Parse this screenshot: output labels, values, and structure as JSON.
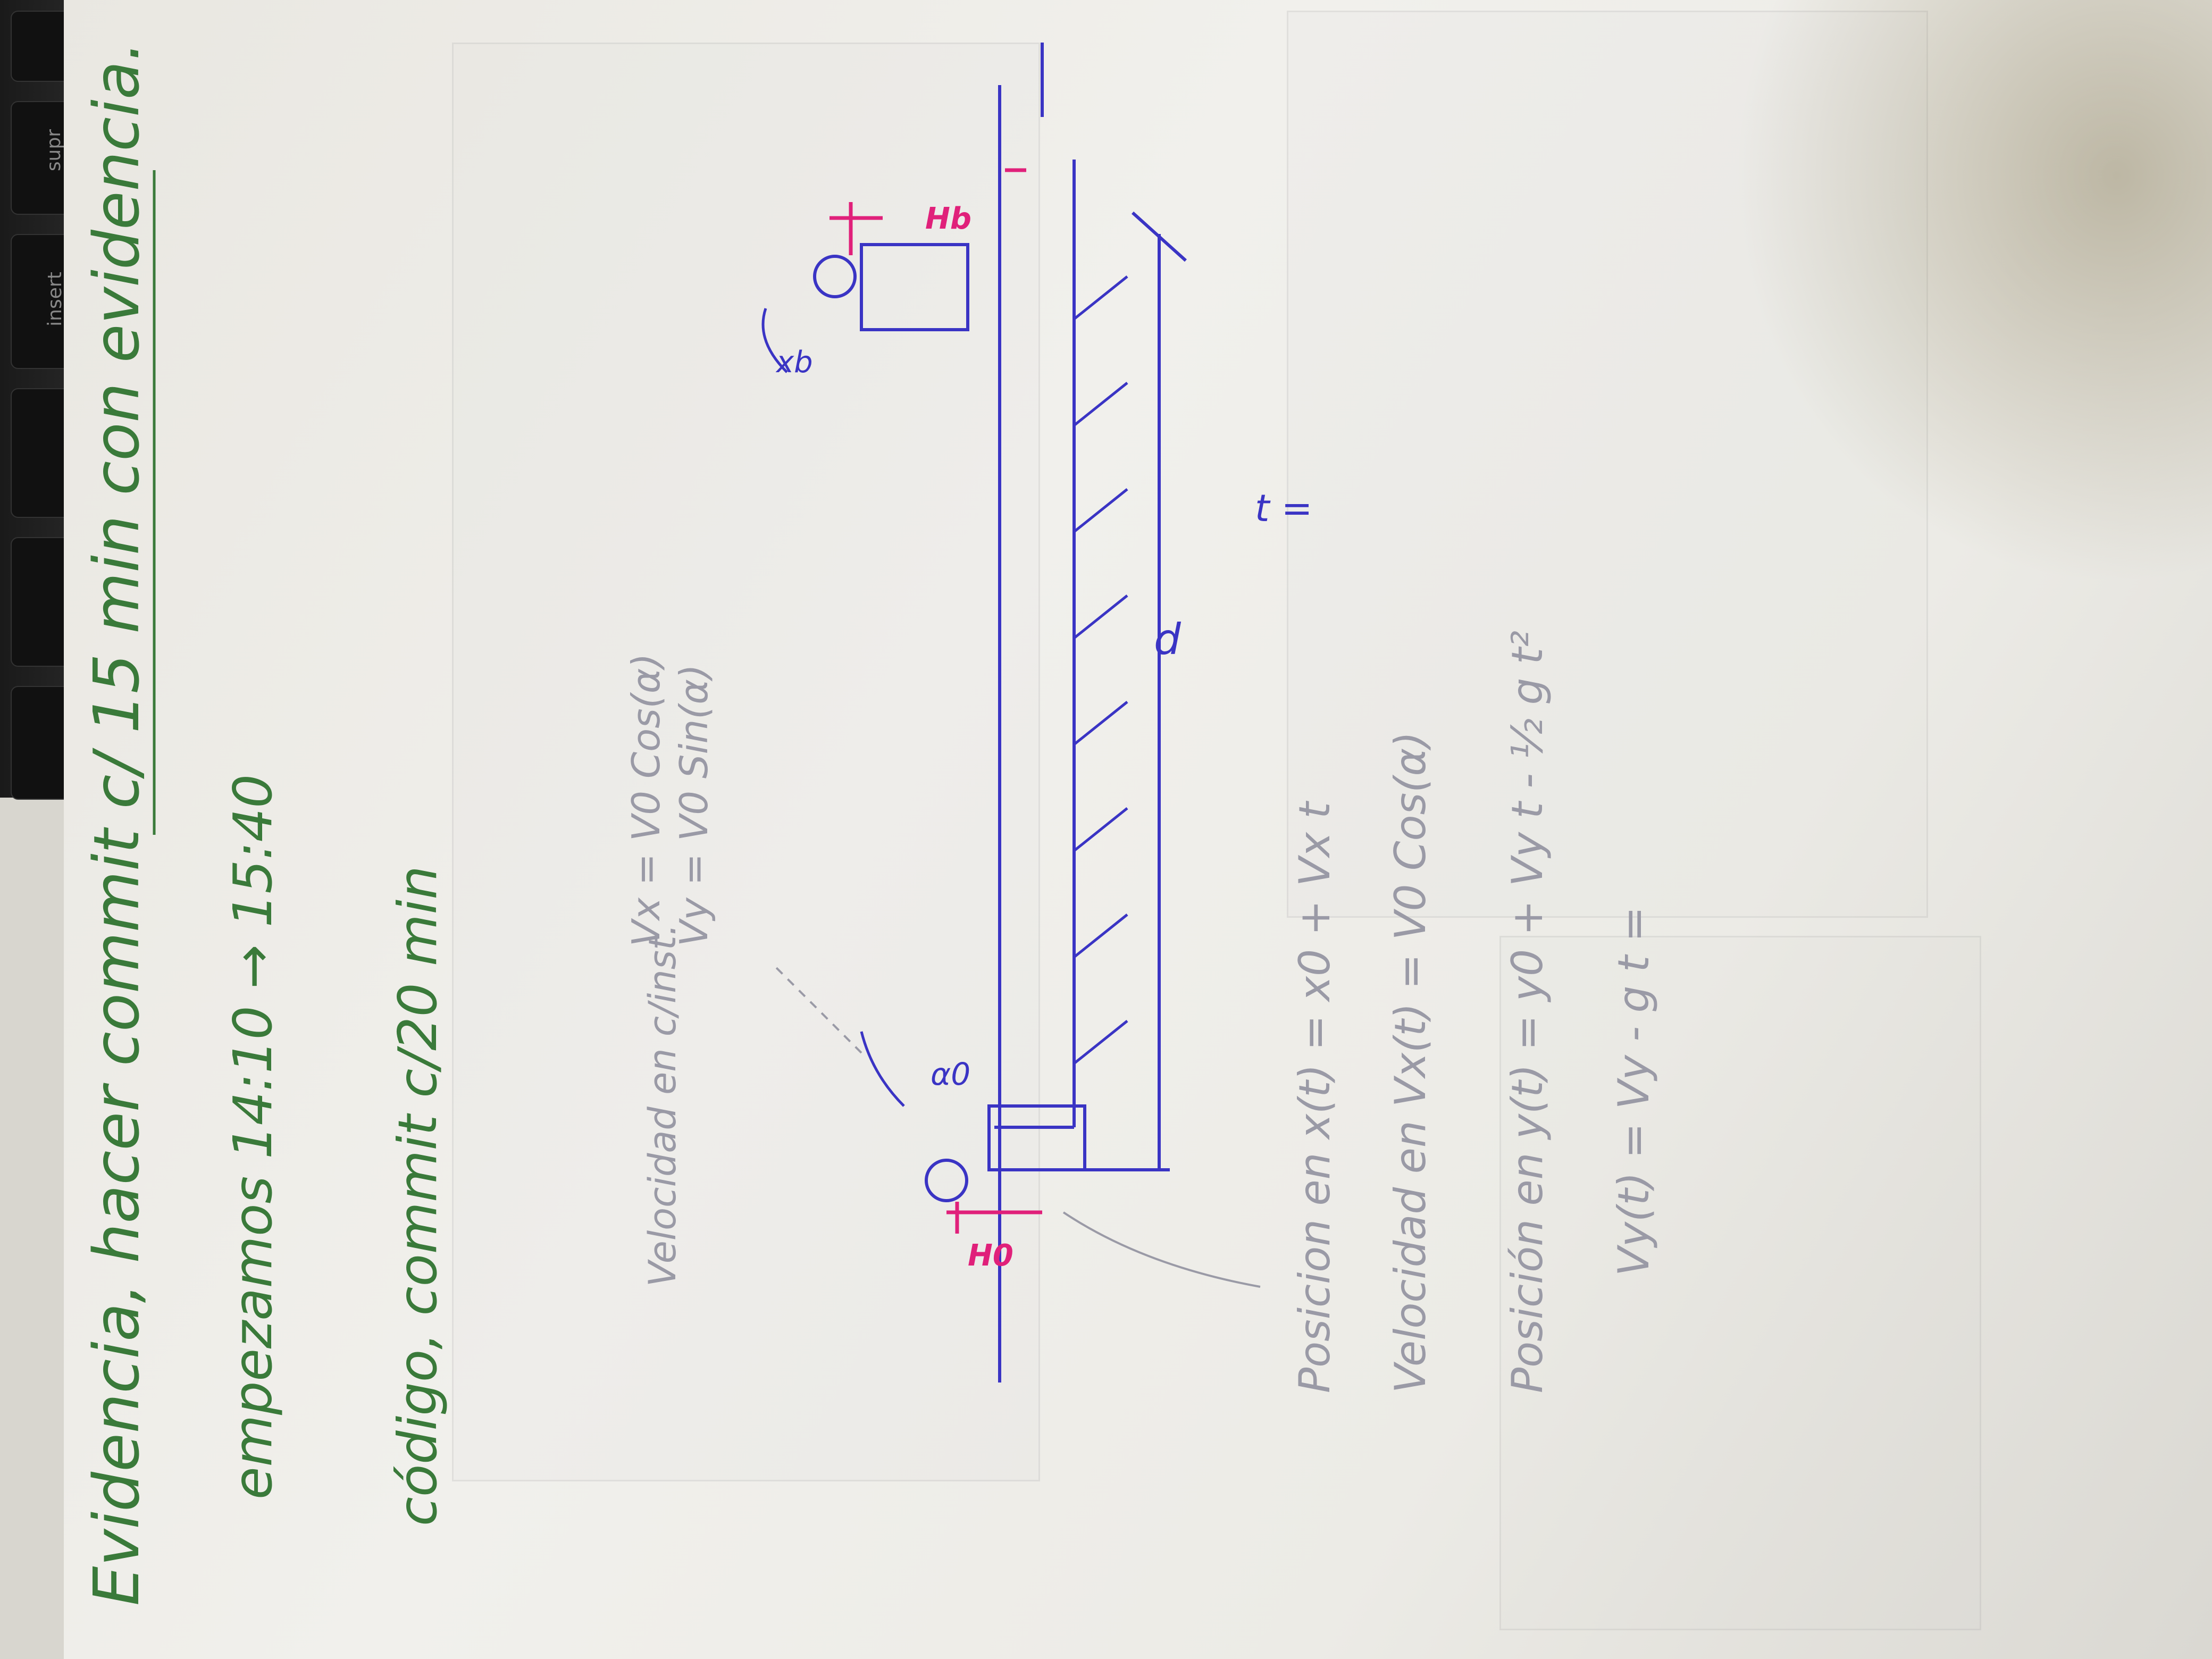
{
  "note": {
    "title_line": "Evidencia, hacer commit c/ 15 min con evidencia.",
    "schedule_line": "empezamos 14:10 → 15:40",
    "code_line": "código, commit c/20 min"
  },
  "diagram": {
    "h0_label": "H0",
    "hb_label": "Hb",
    "alpha_label": "α0",
    "xb_label": "xb",
    "distance_label": "d",
    "velocity_label": "Velocidad en c/inst.",
    "vx_formula": "Vx = V0 Cos(α)",
    "vy_formula": "Vy = V0 Sin(α)",
    "aside_mark": "t ="
  },
  "equations": {
    "x_position": "Posicion en x(t) = x0 + Vx t",
    "x_velocity": "Velocidad en Vx(t) = V0 Cos(α)",
    "y_position": "Posición en y(t) = y0 + Vy t - ½ g t²",
    "y_velocity": "Vy(t) = Vy - g t ="
  },
  "colors": {
    "ink_green": "#3a7a3a",
    "ink_blue": "#3a34c4",
    "ink_pink": "#e0207a",
    "ink_gray": "#9a9aa6",
    "paper": "#eeede8"
  },
  "background_keys": [
    "supr",
    "insert"
  ]
}
